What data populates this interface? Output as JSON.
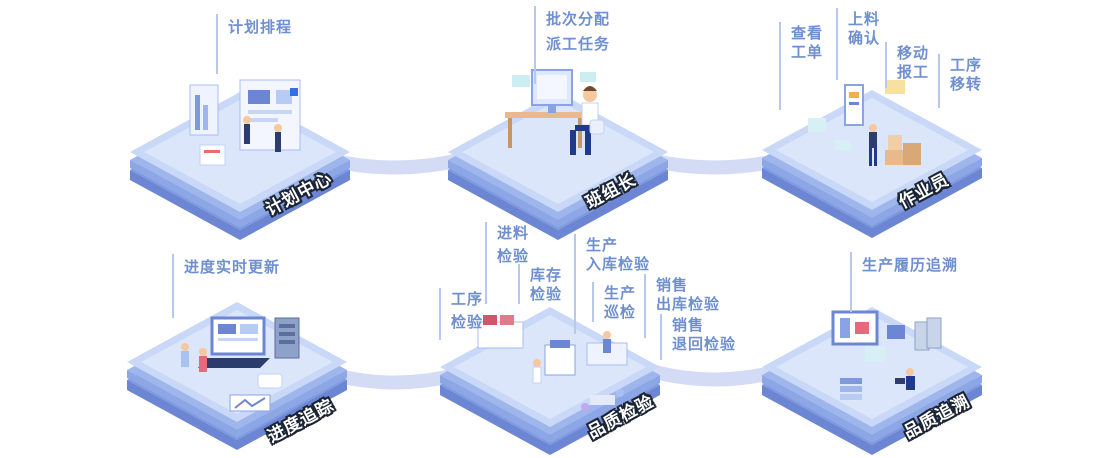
{
  "tiles": [
    {
      "label": "计划中心"
    },
    {
      "label": "班组长"
    },
    {
      "label": "作业员"
    },
    {
      "label": "进度追踪"
    },
    {
      "label": "品质检验"
    },
    {
      "label": "品质追溯"
    }
  ],
  "callouts": {
    "plan": [
      "计划排程"
    ],
    "leader_1": [
      "批次分配"
    ],
    "leader_2": [
      "派工任务"
    ],
    "op_1": [
      "查看",
      "工单"
    ],
    "op_2": [
      "上料",
      "确认"
    ],
    "op_3": [
      "移动",
      "报工"
    ],
    "op_4": [
      "工序",
      "移转"
    ],
    "progress": [
      "进度实时更新"
    ],
    "qc_1": [
      "工序",
      "检验"
    ],
    "qc_2": [
      "进料",
      "检验"
    ],
    "qc_3": [
      "库存",
      "检验"
    ],
    "qc_4": [
      "生产",
      "入库检验"
    ],
    "qc_5": [
      "生产",
      "巡检"
    ],
    "qc_6": [
      "销售",
      "出库检验"
    ],
    "qc_7": [
      "销售",
      "退回检验"
    ],
    "trace": [
      "生产履历追溯"
    ]
  },
  "colors": {
    "tile_top": "#c9d8f7",
    "tile_mid": "#9fb6ec",
    "tile_bottom": "#7e98e0",
    "connector": "#d4dcf5",
    "callout_text": "#6f8fd0",
    "label_fill": "#ffffff",
    "label_stroke": "#1b2433"
  }
}
